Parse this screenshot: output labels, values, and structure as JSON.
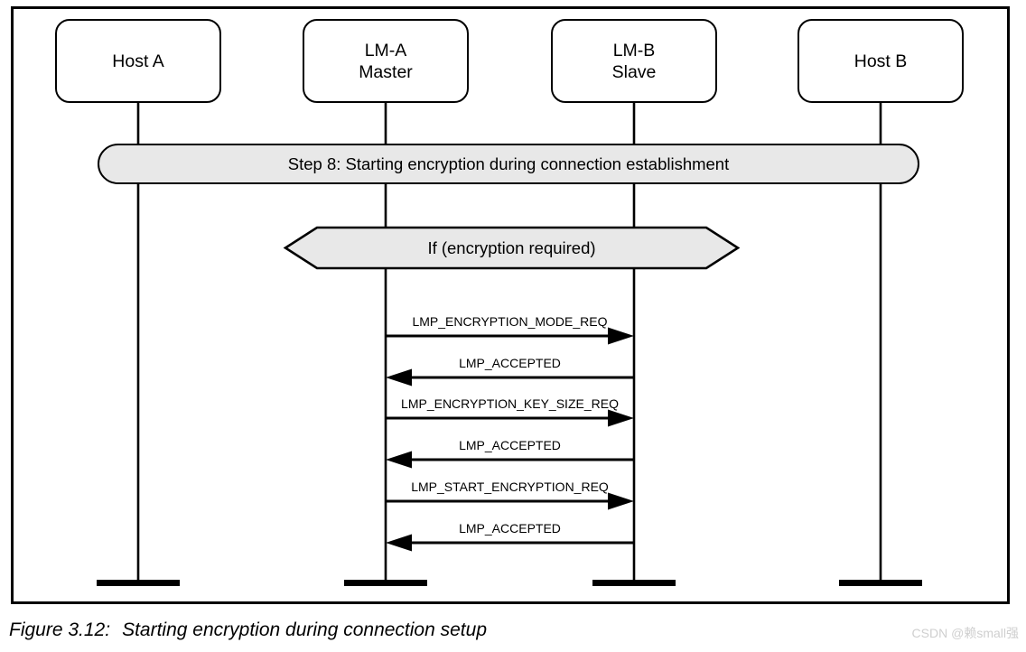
{
  "figure": {
    "caption_prefix": "Figure 3.12:",
    "caption_text": "Starting encryption during connection setup"
  },
  "watermark": "CSDN @赖small强",
  "diagram": {
    "type": "sequence",
    "step_banner": "Step 8: Starting encryption during connection establishment",
    "condition": "If (encryption required)",
    "actors": [
      {
        "id": "host-a",
        "lines": [
          "Host A"
        ]
      },
      {
        "id": "lm-a",
        "lines": [
          "LM-A",
          "Master"
        ]
      },
      {
        "id": "lm-b",
        "lines": [
          "LM-B",
          "Slave"
        ]
      },
      {
        "id": "host-b",
        "lines": [
          "Host B"
        ]
      }
    ],
    "messages": [
      {
        "from": "lm-a",
        "to": "lm-b",
        "direction": "right",
        "label": "LMP_ENCRYPTION_MODE_REQ"
      },
      {
        "from": "lm-b",
        "to": "lm-a",
        "direction": "left",
        "label": "LMP_ACCEPTED"
      },
      {
        "from": "lm-a",
        "to": "lm-b",
        "direction": "right",
        "label": "LMP_ENCRYPTION_KEY_SIZE_REQ"
      },
      {
        "from": "lm-b",
        "to": "lm-a",
        "direction": "left",
        "label": "LMP_ACCEPTED"
      },
      {
        "from": "lm-a",
        "to": "lm-b",
        "direction": "right",
        "label": "LMP_START_ENCRYPTION_REQ"
      },
      {
        "from": "lm-b",
        "to": "lm-a",
        "direction": "left",
        "label": "LMP_ACCEPTED"
      }
    ],
    "colors": {
      "shape_fill": "#e8e8e8",
      "line": "#000000",
      "watermark": "#cfcfcf"
    }
  }
}
